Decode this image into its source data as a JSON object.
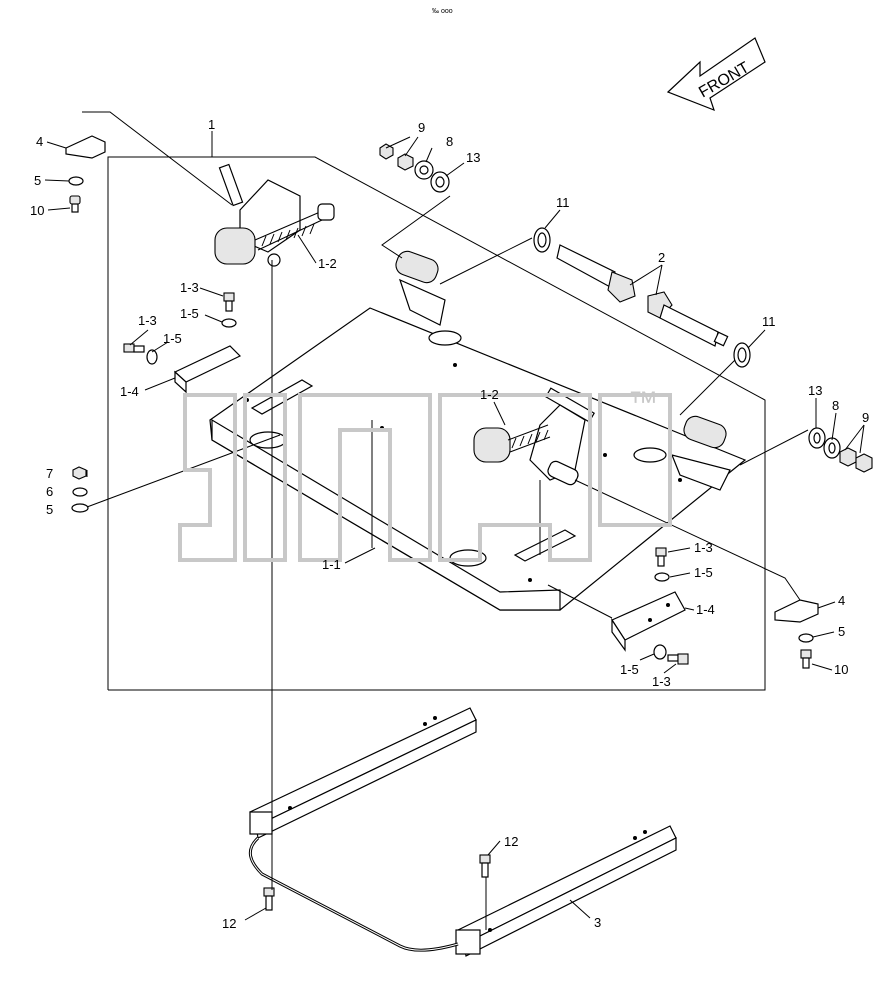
{
  "header": {
    "stamp": "‰ ооо"
  },
  "direction": {
    "label": "FRONT"
  },
  "watermark": {
    "tm": "™"
  },
  "callouts": {
    "c1": "1",
    "c1_1": "1-1",
    "c1_2a": "1-2",
    "c1_2b": "1-2",
    "c1_3a": "1-3",
    "c1_3b": "1-3",
    "c1_3c": "1-3",
    "c1_3d": "1-3",
    "c1_4a": "1-4",
    "c1_4b": "1-4",
    "c1_5a": "1-5",
    "c1_5b": "1-5",
    "c1_5c": "1-5",
    "c1_5d": "1-5",
    "c2": "2",
    "c3": "3",
    "c4a": "4",
    "c4b": "4",
    "c5a": "5",
    "c5b": "5",
    "c5c": "5",
    "c6": "6",
    "c7": "7",
    "c8a": "8",
    "c8b": "8",
    "c9a": "9",
    "c9b": "9",
    "c10a": "10",
    "c10b": "10",
    "c11a": "11",
    "c11b": "11",
    "c12a": "12",
    "c12b": "12",
    "c13a": "13",
    "c13b": "13"
  }
}
